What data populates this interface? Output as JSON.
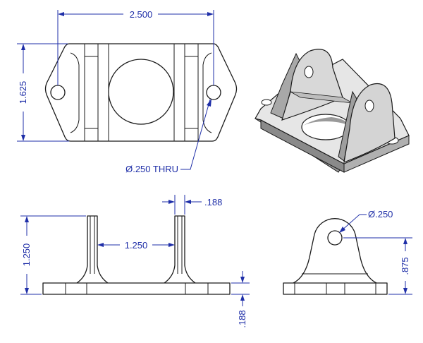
{
  "dimensions": {
    "top_width": "2.500",
    "top_height": "1.625",
    "thru_hole": "Ø.250 THRU",
    "front_height": "1.250",
    "front_spacing": "1.250",
    "ear_thickness": ".188",
    "base_thickness": ".188",
    "side_hole": "Ø.250",
    "side_hole_height": ".875"
  },
  "colors": {
    "dimension": "#1f2fa8",
    "outline": "#1a1a1a",
    "shade_light": "#e6e6e6",
    "shade_mid": "#c4c4c4",
    "shade_dark": "#8e8e8e"
  }
}
